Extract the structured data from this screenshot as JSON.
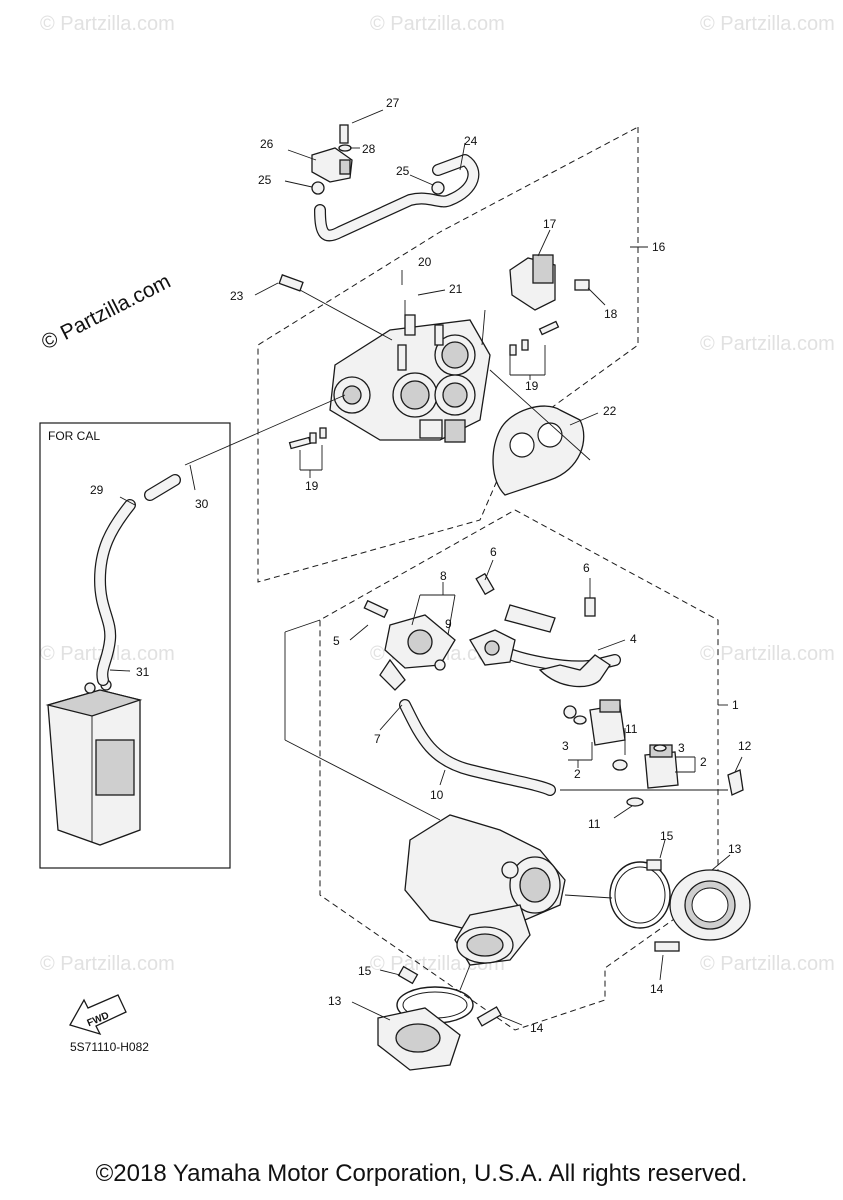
{
  "watermark_text": "© Partzilla.com",
  "cal_box_label": "FOR CAL",
  "diagram_code": "5S71110-H082",
  "fwd_label": "FWD",
  "copyright": "©2018 Yamaha Motor Corporation, U.S.A. All rights reserved.",
  "callouts": [
    "1",
    "2",
    "2",
    "3",
    "3",
    "4",
    "5",
    "6",
    "6",
    "7",
    "8",
    "9",
    "10",
    "11",
    "11",
    "12",
    "13",
    "13",
    "14",
    "14",
    "15",
    "15",
    "16",
    "17",
    "18",
    "19",
    "19",
    "20",
    "21",
    "22",
    "23",
    "24",
    "25",
    "25",
    "26",
    "27",
    "28",
    "29",
    "30",
    "31"
  ]
}
